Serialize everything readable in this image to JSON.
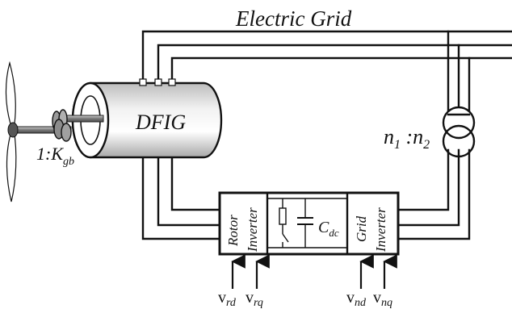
{
  "labels": {
    "grid": "Electric Grid",
    "generator": "DFIG",
    "gearbox_ratio_main": "1:K",
    "gearbox_ratio_sub": "gb",
    "transformer_n1_main": "n",
    "transformer_n1_sub": "1",
    "transformer_sep": " :",
    "transformer_n2_main": "n",
    "transformer_n2_sub": "2",
    "rotor": "Rotor",
    "rotor_inverter": "Inverter",
    "capacitor_main": "C",
    "capacitor_sub": "dc",
    "grid_label": "Grid",
    "grid_inverter": "Inverter"
  },
  "signals": [
    {
      "main": "v",
      "sub": "rd"
    },
    {
      "main": "v",
      "sub": "rq"
    },
    {
      "main": "v",
      "sub": "nd"
    },
    {
      "main": "v",
      "sub": "nq"
    }
  ],
  "colors": {
    "line": "#111111",
    "fill_grey": "#8c8c8c",
    "fill_light": "#d9d9d9",
    "wire_grey": "#9a9a9a"
  }
}
